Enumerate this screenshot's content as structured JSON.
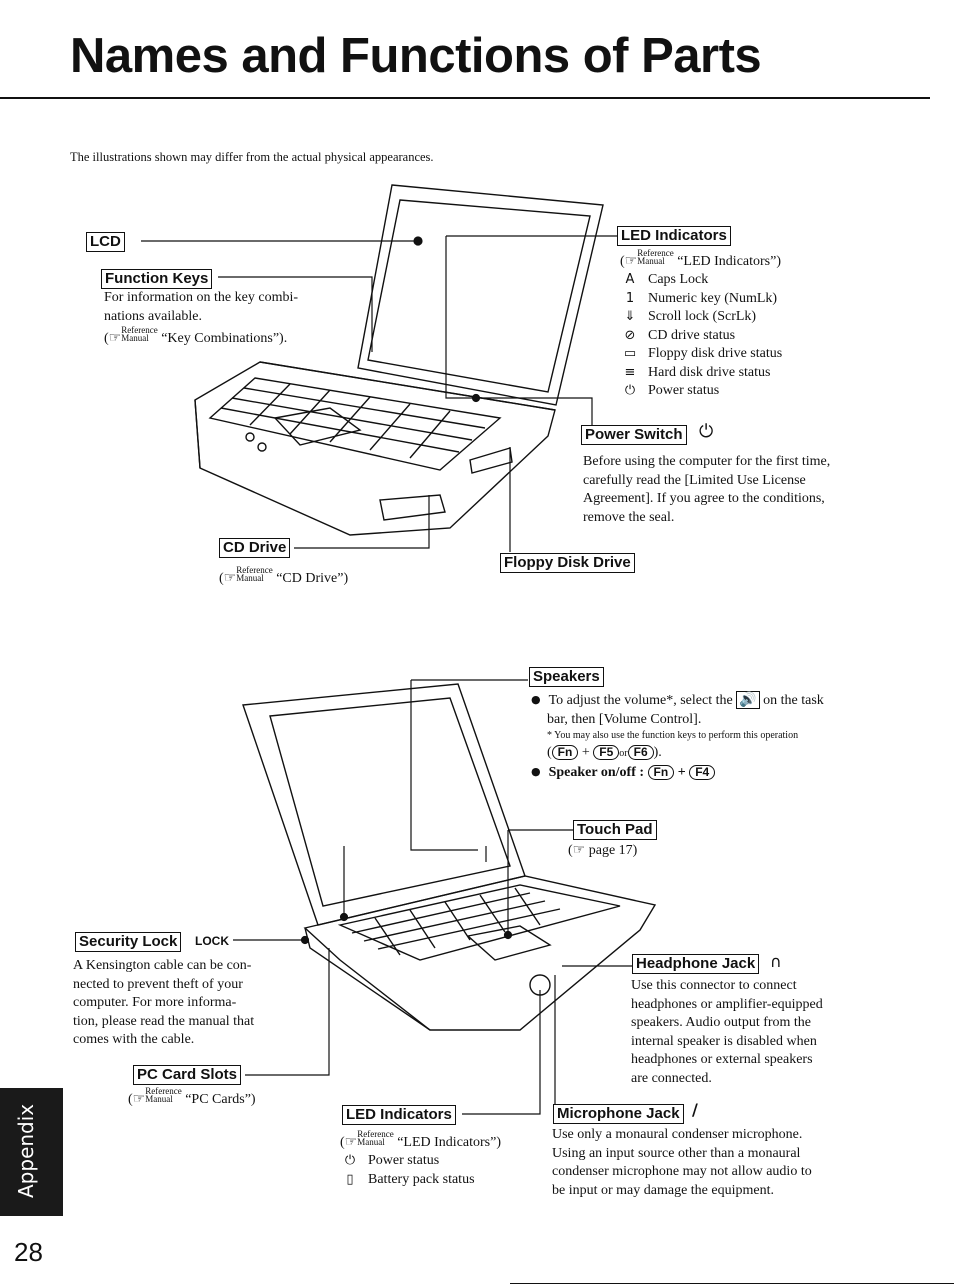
{
  "page": {
    "title": "Names and Functions of Parts",
    "note": "The illustrations shown may differ from the actual physical appearances.",
    "side_tab": "Appendix",
    "page_number": "28"
  },
  "ref_mark": {
    "top": "Reference",
    "bottom": "Manual"
  },
  "top": {
    "lcd": {
      "label": "LCD"
    },
    "function_keys": {
      "label": "Function Keys",
      "text1": "For information on the key combi-",
      "text2": "nations available.",
      "ref": "“Key Combinations”)."
    },
    "led": {
      "label": "LED Indicators",
      "ref": "“LED Indicators”)",
      "items": [
        {
          "icon": "A",
          "text": "Caps Lock"
        },
        {
          "icon": "1",
          "text": "Numeric key (NumLk)"
        },
        {
          "icon": "⇓",
          "text": "Scroll lock (ScrLk)"
        },
        {
          "icon": "⊘",
          "text": "CD drive status"
        },
        {
          "icon": "▭",
          "text": "Floppy disk drive status"
        },
        {
          "icon": "≡",
          "text": "Hard disk drive status"
        },
        {
          "icon": "⏻",
          "text": "Power status"
        }
      ]
    },
    "power": {
      "label": "Power Switch",
      "icon": "⏻",
      "lines": [
        "Before using the computer for the first time,",
        "carefully read the [Limited Use License",
        "Agreement]. If you agree to the conditions,",
        "remove the seal."
      ]
    },
    "cd": {
      "label": "CD Drive",
      "ref": "“CD Drive”)"
    },
    "floppy": {
      "label": "Floppy Disk Drive"
    }
  },
  "bottom": {
    "speakers": {
      "label": "Speakers",
      "line1a": "To adjust the volume*, select the",
      "line1b": "on the task",
      "line2": "bar, then [Volume Control].",
      "footnote": "You may also use the function keys to perform this operation",
      "keys": {
        "fn": "Fn",
        "f5": "F5",
        "or": "or",
        "f6": "F6",
        "f4": "F4"
      },
      "onoff": "Speaker on/off :"
    },
    "touchpad": {
      "label": "Touch Pad",
      "ref": "page 17)"
    },
    "security": {
      "label": "Security Lock",
      "lock": "LOCK",
      "lines": [
        "A Kensington cable can be con-",
        "nected to prevent theft of your",
        "computer. For more informa-",
        "tion, please read the manual that",
        "comes with the cable."
      ]
    },
    "headphone": {
      "label": "Headphone Jack",
      "lines": [
        "Use this connector to connect",
        "headphones or amplifier-equipped",
        "speakers. Audio output from the",
        "internal speaker is disabled when",
        "headphones or external speakers",
        "are connected."
      ]
    },
    "pccard": {
      "label": "PC Card Slots",
      "ref": "“PC Cards”)"
    },
    "led": {
      "label": "LED Indicators",
      "ref": "“LED Indicators”)",
      "items": [
        {
          "icon": "⏻",
          "text": "Power status"
        },
        {
          "icon": "▯",
          "text": "Battery pack status"
        }
      ]
    },
    "microphone": {
      "label": "Microphone Jack",
      "lines": [
        "Use only a monaural condenser microphone.",
        "Using an input source other than a monaural",
        "condenser microphone may not allow audio to",
        "be input or may damage the equipment."
      ]
    }
  }
}
